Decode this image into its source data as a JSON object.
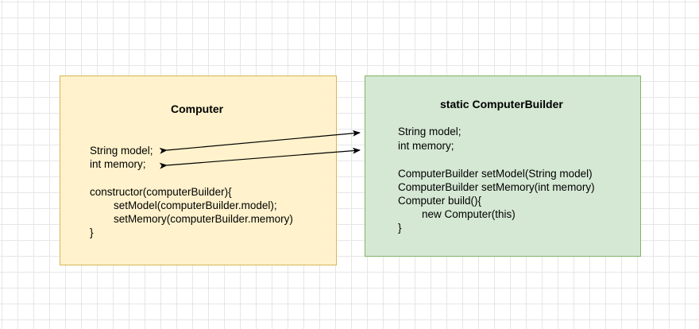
{
  "computer": {
    "title": "Computer",
    "lines": [
      "String model;",
      "int memory;",
      "",
      "constructor(computerBuilder){",
      "        setModel(computerBuilder.model);",
      "        setMemory(computerBuilder.memory)",
      "}"
    ]
  },
  "builder": {
    "title": "static ComputerBuilder",
    "lines": [
      "String model;",
      "int memory;",
      "",
      "ComputerBuilder setModel(String model)",
      "ComputerBuilder setMemory(int memory)",
      "Computer build(){",
      "        new Computer(this)",
      "}"
    ]
  },
  "colors": {
    "computer_fill": "#fff2cc",
    "computer_stroke": "#d6b656",
    "builder_fill": "#d5e8d4",
    "builder_stroke": "#82b366"
  }
}
